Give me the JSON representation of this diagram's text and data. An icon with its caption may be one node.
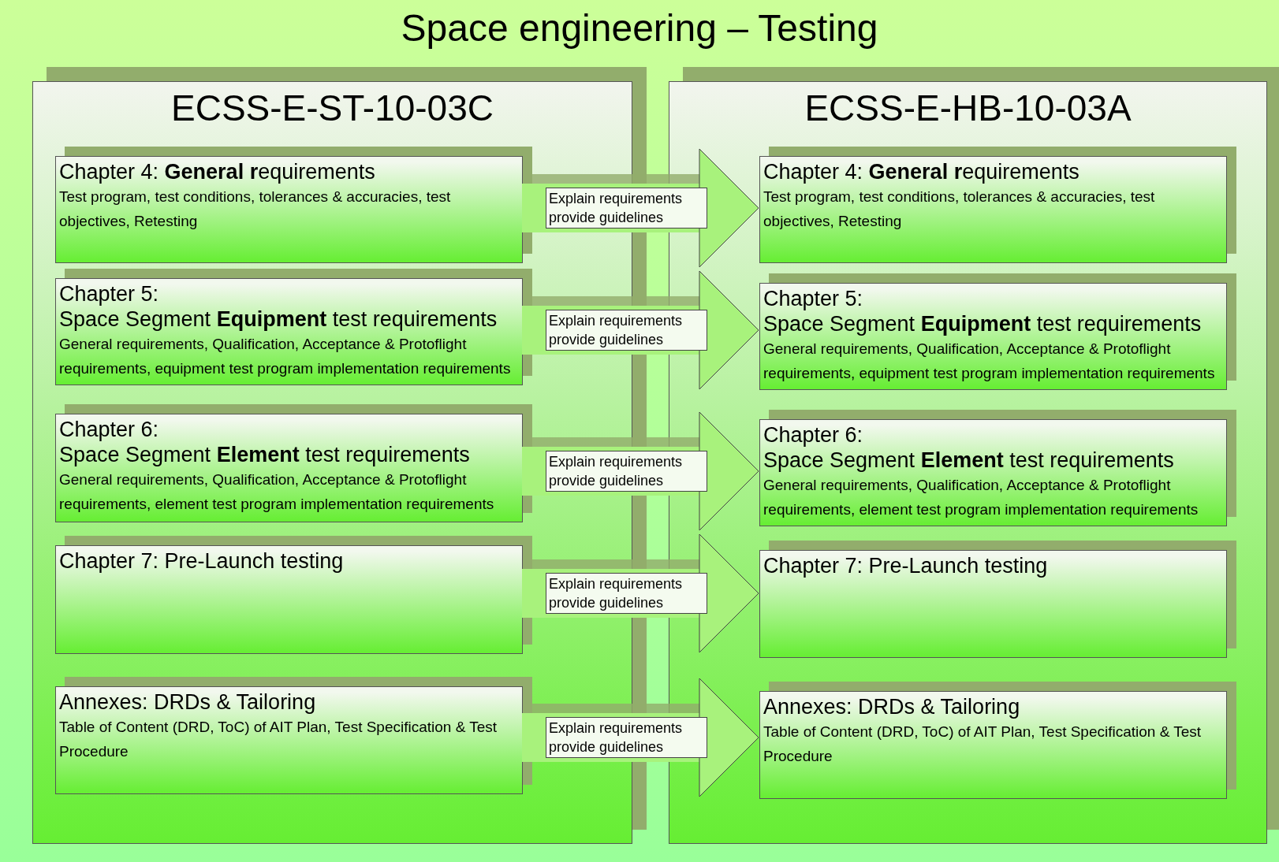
{
  "diagram": {
    "title": "Space engineering – Testing",
    "nodes": [
      {
        "text": [
          "ECSS-E-ST-10-03C"
        ]
      },
      {
        "text": [
          "Chapter 4: **General r**equirements",
          "Test program, test conditions, tolerances & accuracies, test objectives, Retesting"
        ],
        "in": 0
      },
      {
        "text": [
          "Chapter 5:",
          "Space Segment **Equipment** test requirements",
          "General requirements, Qualification, Acceptance & Protoflight requirements, equipment test program implementation requirements"
        ],
        "in": 0
      },
      {
        "text": [
          "Chapter 6:",
          "Space Segment **Element** test requirements",
          "General requirements, Qualification, Acceptance & Protoflight requirements, element test program implementation requirements"
        ],
        "in": 0
      },
      {
        "text": [
          "Chapter 7: Pre-Launch testing"
        ],
        "in": 0
      },
      {
        "text": [
          "Annexes: DRDs & Tailoring",
          "Table of Content (DRD, ToC) of AIT Plan, Test Specification & Test Procedure"
        ],
        "in": 0
      },
      {
        "text": [
          "ECSS-E-HB-10-03A"
        ]
      },
      {
        "text": [
          "Chapter 4: **General r**equirements",
          "Test program, test conditions, tolerances & accuracies, test objectives, Retesting"
        ],
        "in": 6
      },
      {
        "text": [
          "Chapter 5:",
          "Space Segment **Equipment** test requirements",
          "General requirements, Qualification, Acceptance & Protoflight requirements, equipment test program implementation requirements"
        ],
        "in": 6
      },
      {
        "text": [
          "Chapter 6:",
          "Space Segment **Element** test requirements",
          "General requirements, Qualification, Acceptance & Protoflight requirements, element test program implementation requirements"
        ],
        "in": 6
      },
      {
        "text": [
          "Chapter 7: Pre-Launch testing"
        ],
        "in": 6
      },
      {
        "text": [
          "Annexes: DRDs & Tailoring",
          "Table of Content (DRD, ToC) of AIT Plan, Test Specification & Test Procedure"
        ],
        "in": 6
      }
    ],
    "edges": [
      {
        "from": 1,
        "to": 7,
        "arrow": "to",
        "label": "Explain requirements provide guidelines"
      },
      {
        "from": 2,
        "to": 8,
        "arrow": "to",
        "label": "Explain requirements provide guidelines"
      },
      {
        "from": 3,
        "to": 9,
        "arrow": "to",
        "label": "Explain requirements provide guidelines"
      },
      {
        "from": 4,
        "to": 10,
        "arrow": "to",
        "label": "Explain requirements provide guidelines"
      },
      {
        "from": 5,
        "to": 11,
        "arrow": "to",
        "label": "Explain requirements provide guidelines"
      }
    ]
  }
}
